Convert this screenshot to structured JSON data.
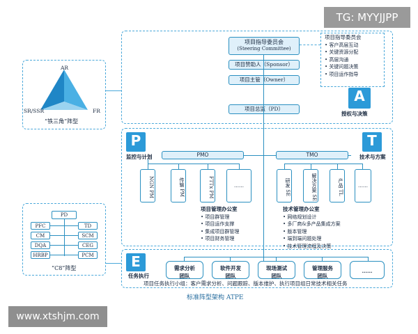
{
  "watermarks": {
    "top_right": "TG: MYYJJPP",
    "bottom_left": "www.xtshjm.com"
  },
  "iron_triangle": {
    "top": "AR",
    "left": "SR/SSR",
    "right": "FR",
    "caption": "“铁三角”阵型"
  },
  "c8": {
    "top": "PD",
    "left": [
      "PFC",
      "CM",
      "DQA",
      "HRBP"
    ],
    "right": [
      "TD",
      "SCM",
      "CEG",
      "PCM"
    ],
    "caption": "“C8”阵型"
  },
  "steering": {
    "title": "项目指导委员会",
    "subtitle": "(Steering Committee)"
  },
  "sponsor": "项目赞助人（Sponsor）",
  "owner": "项目主管（Owner）",
  "pd": "项目总监（PD）",
  "steering_list": {
    "title": "项目指导委员会",
    "items": [
      "• 客户高层互动",
      "• 关键资源分配",
      "• 高层沟通",
      "• 关键问题决策",
      "• 项目运作指导"
    ]
  },
  "badges": {
    "A": {
      "letter": "A",
      "label": "授权与决策"
    },
    "P": {
      "letter": "P",
      "label": "监控与计划"
    },
    "T": {
      "letter": "T",
      "label": "技术与方案"
    },
    "E": {
      "letter": "E",
      "label": "任务执行"
    }
  },
  "pmo": "PMO",
  "tmo": "TMO",
  "pmo_children": [
    "NGN PM",
    "传输 PM",
    "FTTx PM",
    "……"
  ],
  "tmo_children": [
    "研发 SE",
    "解决方案 SE",
    "产品 TL",
    "……"
  ],
  "pmo_office": {
    "title": "项目管理办公室",
    "items": [
      "• 项目群管理",
      "• 项目运作支撑",
      "• 集成项目群管理",
      "• 项目财务管理"
    ]
  },
  "tmo_office": {
    "title": "技术管理办公室",
    "items": [
      "• 网络规划设计",
      "• 多厂商&多产品集成方案",
      "• 版本管理",
      "• 端到端问题处理",
      "• 技术管理流程及决策"
    ]
  },
  "teams": [
    {
      "line1": "需求分析",
      "line2": "团队"
    },
    {
      "line1": "软件开发",
      "line2": "团队"
    },
    {
      "line1": "现场测试",
      "line2": "团队"
    },
    {
      "line1": "管理服务",
      "line2": "团队"
    },
    {
      "line1": "……",
      "line2": ""
    }
  ],
  "bottom_note": "项目任务执行小组：客户需求分析、问题跟踪、版本维护、执行项目组日常技术相关任务",
  "footer_title": "标准阵型架构 ATPE"
}
